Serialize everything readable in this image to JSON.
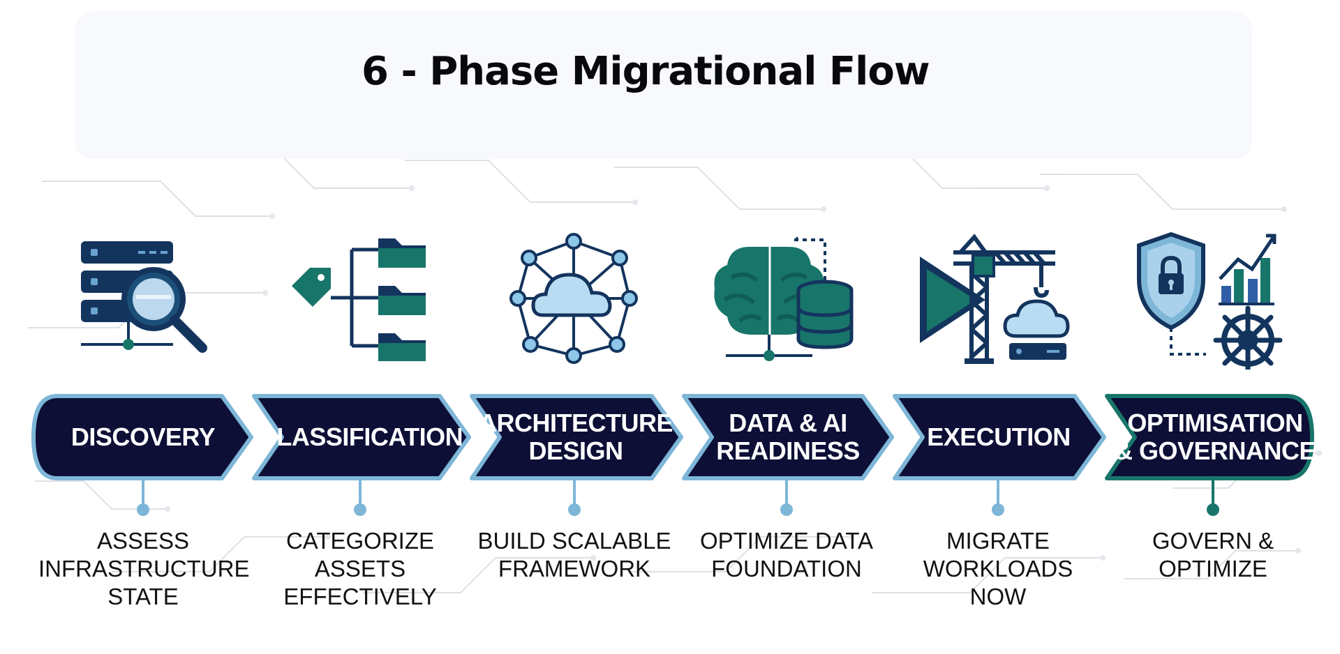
{
  "title": "6 - Phase Migrational Flow",
  "colors": {
    "navy": "#0d0f36",
    "teal": "#18756a",
    "teal_dark": "#0f5e56",
    "light_blue": "#7eb6d8",
    "icon_blue": "#2f5ea6",
    "text_dark": "#111111"
  },
  "phases": [
    {
      "label": "DISCOVERY",
      "description": "ASSESS\nINFRASTRUCTURE\nSTATE",
      "icon": "server-search-icon"
    },
    {
      "label": "CLASSIFICATION",
      "description": "CATEGORIZE\nASSETS\nEFFECTIVELY",
      "icon": "tag-folders-icon"
    },
    {
      "label": "ARCHITECTURE\nDESIGN",
      "description": "BUILD SCALABLE\nFRAMEWORK",
      "icon": "cloud-network-icon"
    },
    {
      "label": "DATA & AI\nREADINESS",
      "description": "OPTIMIZE DATA\nFOUNDATION",
      "icon": "brain-database-icon"
    },
    {
      "label": "EXECUTION",
      "description": "MIGRATE\nWORKLOADS\nNOW",
      "icon": "crane-cloud-icon"
    },
    {
      "label": "OPTIMISATION\n& GOVERNANCE",
      "description": "GOVERN &\nOPTIMIZE",
      "icon": "shield-chart-helm-icon"
    }
  ]
}
